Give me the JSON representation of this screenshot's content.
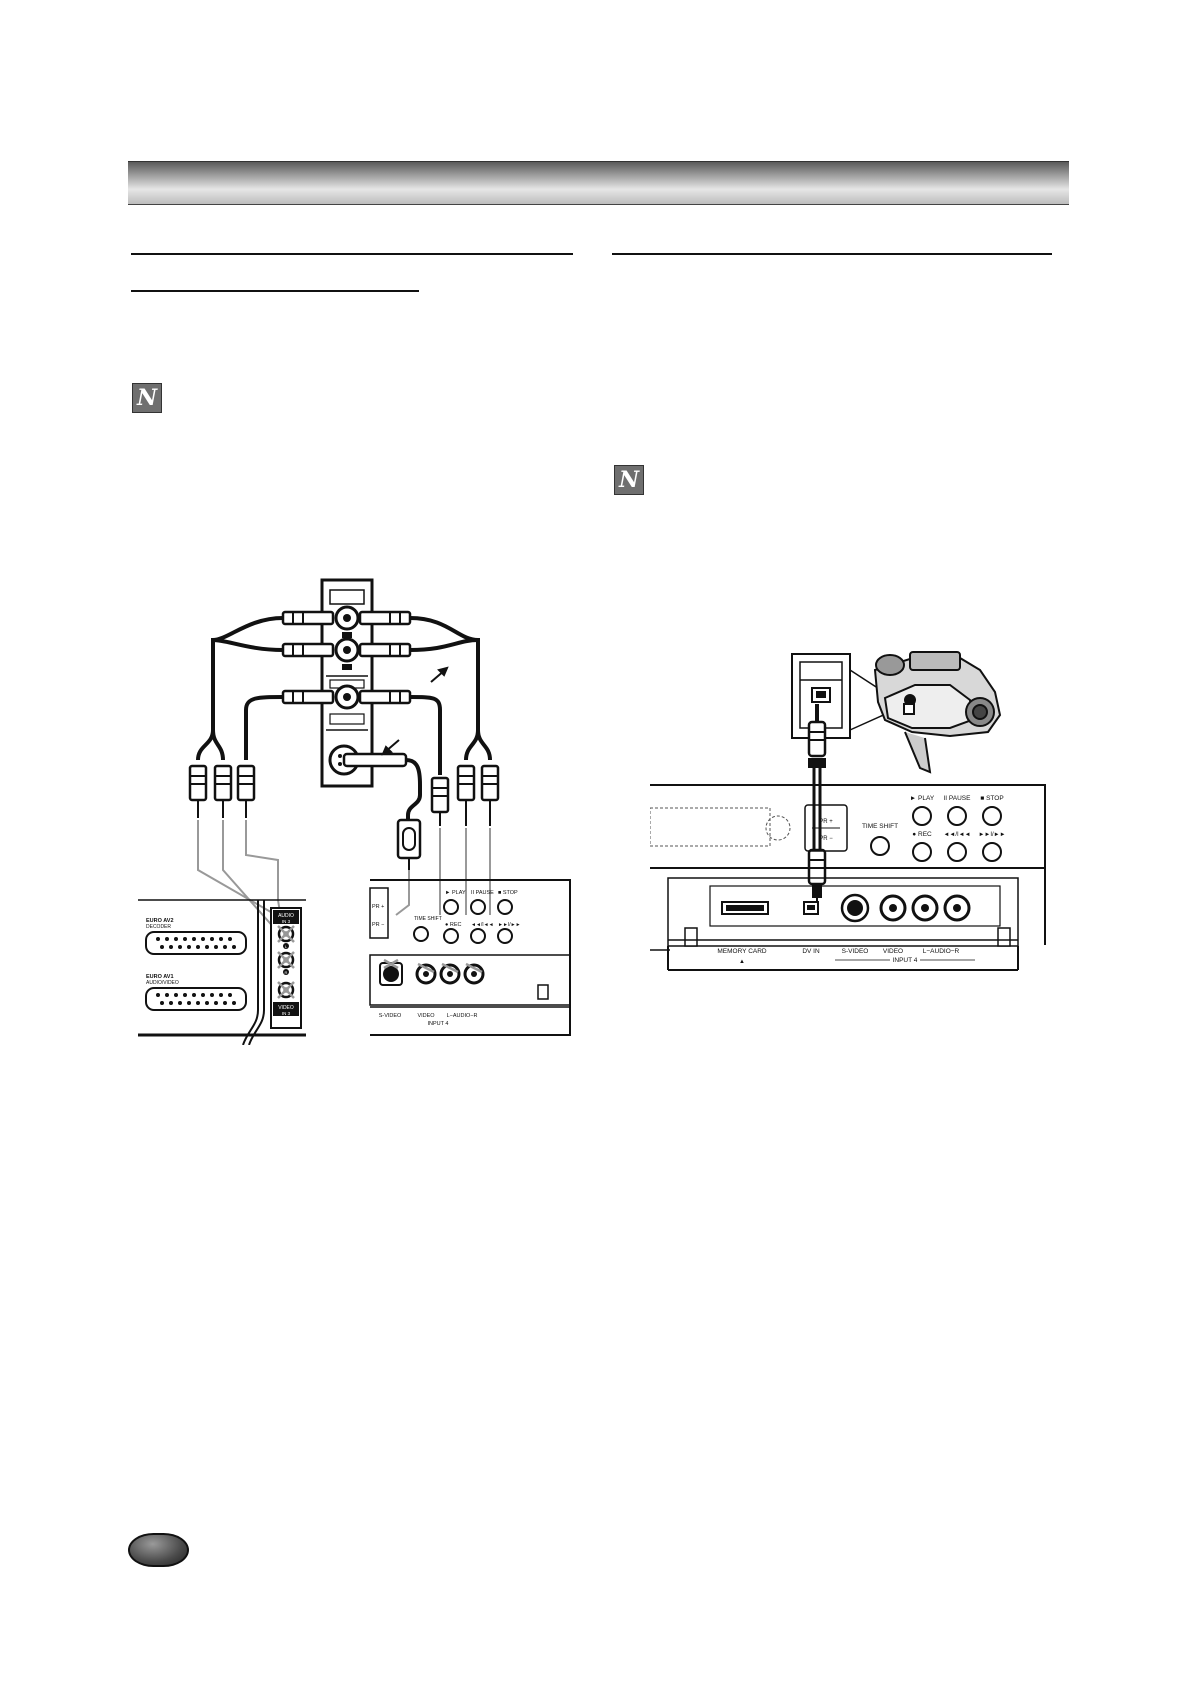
{
  "left_figure": {
    "tv": {
      "euro_av2": "EURO AV2",
      "euro_av2_sub": "DECODER",
      "euro_av1": "EURO AV1",
      "euro_av1_sub": "AUDIO/VIDEO",
      "audio_in": "AUDIO",
      "audio_in_sub": "IN 3",
      "l": "L",
      "r": "R",
      "video_in": "VIDEO",
      "video_in_sub": "IN 3"
    },
    "recorder": {
      "pr_plus": "PR +",
      "pr_minus": "PR −",
      "time_shift": "TIME SHIFT",
      "play": "► PLAY",
      "pause": "II PAUSE",
      "stop": "■ STOP",
      "rec": "● REC",
      "prev": "◄◄/I◄◄",
      "next": "►►I/►►",
      "svideo": "S-VIDEO",
      "video": "VIDEO",
      "audio": "L−AUDIO−R",
      "input": "INPUT 4"
    }
  },
  "right_figure": {
    "pr_plus": "PR +",
    "pr_minus": "PR −",
    "time_shift": "TIME SHIFT",
    "play": "► PLAY",
    "pause": "II PAUSE",
    "stop": "■ STOP",
    "rec": "● REC",
    "prev": "◄◄/I◄◄",
    "next": "►►I/►►",
    "memory_card": "MEMORY CARD",
    "eject": "▲",
    "dv_in": "DV IN",
    "svideo": "S-VIDEO",
    "video": "VIDEO",
    "audio": "L−AUDIO−R",
    "input": "INPUT 4"
  },
  "note_symbol": "N"
}
